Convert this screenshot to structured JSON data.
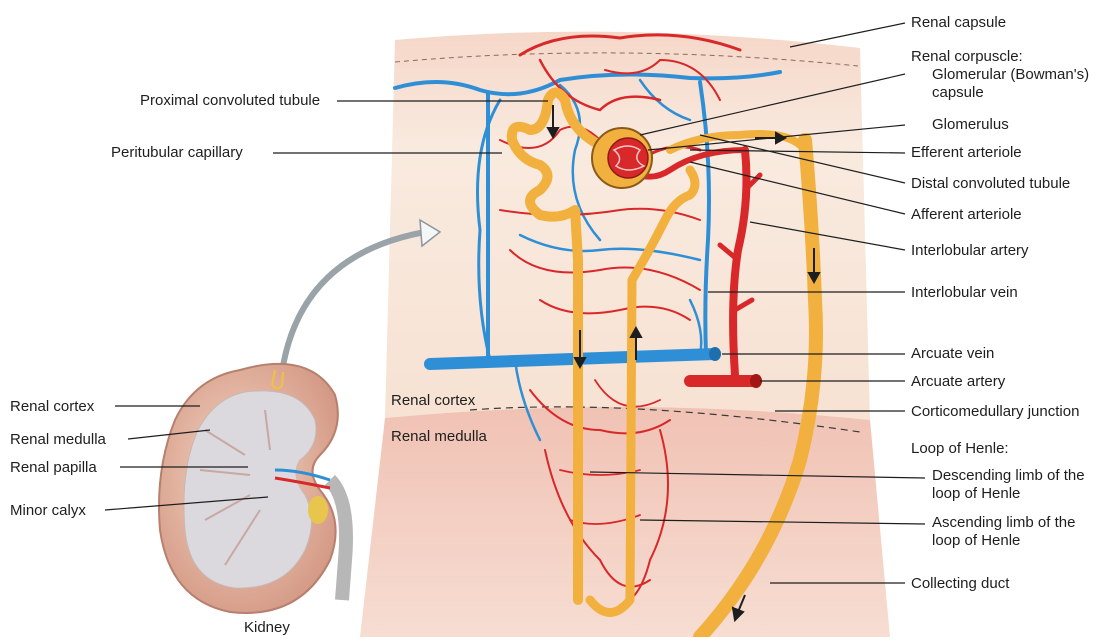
{
  "colors": {
    "artery": "#d8282a",
    "vein": "#2f8fd6",
    "tubule": "#f2b13e",
    "cortex": "#f6e0cc",
    "medulla": "#f2cdbd",
    "leader": "#1e1e1e"
  },
  "labels": {
    "renal_capsule": "Renal capsule",
    "renal_corpuscle": "Renal corpuscle:",
    "glomerular_capsule": "Glomerular (Bowman's)",
    "glomerular_capsule_2": "capsule",
    "glomerulus": "Glomerulus",
    "efferent_arteriole": "Efferent arteriole",
    "distal_convoluted_tubule": "Distal convoluted tubule",
    "afferent_arteriole": "Afferent arteriole",
    "interlobular_artery": "Interlobular artery",
    "interlobular_vein": "Interlobular vein",
    "arcuate_vein": "Arcuate vein",
    "arcuate_artery": "Arcuate artery",
    "corticomedullary_junction": "Corticomedullary junction",
    "loop_of_henle": "Loop of Henle:",
    "descending_limb": "Descending limb of the",
    "descending_limb_2": "loop of Henle",
    "ascending_limb": "Ascending limb of the",
    "ascending_limb_2": "loop of Henle",
    "collecting_duct": "Collecting duct",
    "proximal_convoluted_tubule": "Proximal convoluted tubule",
    "peritubular_capillary": "Peritubular capillary",
    "renal_cortex_zone": "Renal cortex",
    "renal_medulla_zone": "Renal medulla",
    "kidney_renal_cortex": "Renal cortex",
    "kidney_renal_medulla": "Renal medulla",
    "kidney_renal_papilla": "Renal papilla",
    "kidney_minor_calyx": "Minor calyx",
    "kidney_caption": "Kidney"
  }
}
